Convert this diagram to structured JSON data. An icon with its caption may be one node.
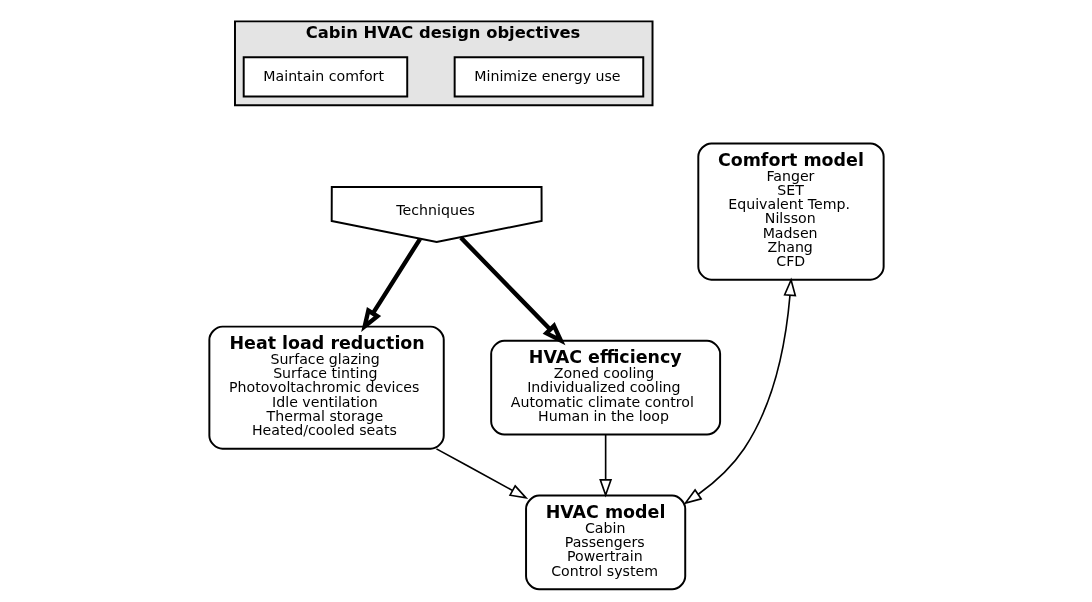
{
  "diagram": {
    "nodes": [
      {
        "text": [
          "Cabin HVAC design objectives"
        ]
      },
      {
        "text": [
          "Minimize energy use"
        ],
        "in": 0
      },
      {
        "text": [
          "Maintain comfort"
        ],
        "in": 0
      },
      {
        "text": [
          "Techniques"
        ]
      },
      {
        "text": [
          "Heat load reduction",
          "Surface glazing",
          "Surface tinting",
          "Photovoltachromic devices",
          "Idle ventilation",
          "Thermal storage",
          "Heated/cooled seats"
        ]
      },
      {
        "text": [
          "HVAC efficiency",
          "Zoned cooling",
          "Individualized cooling",
          "Automatic climate control",
          "Human in the loop"
        ]
      },
      {
        "text": [
          "Comfort model",
          "Fanger",
          "SET",
          "Equivalent Temp.",
          "Nilsson",
          "Madsen",
          "Zhang",
          "CFD"
        ]
      },
      {
        "text": [
          "HVAC model",
          "Cabin",
          "Passengers",
          "Powertrain",
          "Control system"
        ]
      }
    ],
    "edges": [
      {
        "from": 3,
        "to": 4,
        "arrow": "to",
        "style": "thick"
      },
      {
        "from": 3,
        "to": 5,
        "arrow": "to",
        "style": "thick"
      },
      {
        "from": 6,
        "to": 7,
        "arrow": "both"
      },
      {
        "from": 5,
        "to": 7,
        "arrow": "to"
      },
      {
        "from": 4,
        "to": 7,
        "arrow": "to"
      }
    ]
  }
}
